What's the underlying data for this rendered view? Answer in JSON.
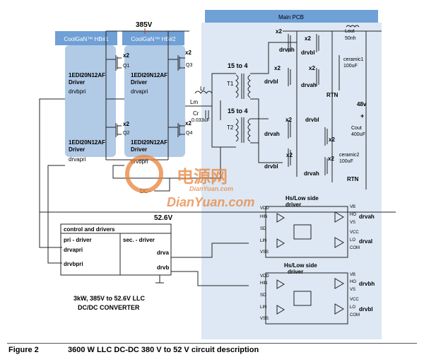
{
  "diagram": {
    "voltage_in": "385V",
    "voltage_out": "52.6V",
    "hb1_title": "CoolGaN™ HB#1",
    "hb2_title": "CoolGaN™ HB#2",
    "main_pcb_title": "Main PCB",
    "driver_chip": "1EDI20N12AF",
    "driver_word": "Driver",
    "x2": "x2",
    "q1": "Q1",
    "q2": "Q2",
    "q3": "Q3",
    "q4": "Q4",
    "drvbpri": "drvbpri",
    "drvapri": "drvapri",
    "lr": "Lr",
    "lm": "Lm",
    "cr": "Cr",
    "cr_val": "0.033uF",
    "ratio1": "15 to 4",
    "ratio2": "15 to 4",
    "t1": "T1",
    "t2": "T2",
    "dc_minus": "DC−",
    "lout": "Lout",
    "lout_val": "50nh",
    "ceramic1": "ceramic1",
    "ceramic1_val": "100uF",
    "ceramic2": "ceramic2",
    "ceramic2_val": "100uF",
    "rtn": "RTN",
    "v48": "48v",
    "plus": "+",
    "cout": "Cout",
    "cout_val": "400uF",
    "drvah": "drvah",
    "drvbl": "drvbl",
    "drvbh": "drvbh",
    "drval": "drval",
    "hs_ls_driver": "Hs/Low side",
    "driver_lower": "driver",
    "control_title": "control and drivers",
    "pri_driver": "pri - driver",
    "sec_driver": "sec. - driver",
    "drva": "drva",
    "drvb": "drvb",
    "converter_line1": "3kW, 385V to 52.6V LLC",
    "converter_line2": "DC/DC CONVERTER",
    "pins": {
      "vdd": "VDD",
      "hin": "HIN",
      "sd": "SD",
      "lin": "LIN",
      "vss": "VSS",
      "vb": "VB",
      "ho": "HO",
      "vs": "VS",
      "vcc": "VCC",
      "lo": "LO",
      "com": "COM"
    },
    "watermark_cn": "电源网",
    "watermark_small": "DianYuan.com",
    "watermark_big": "DianYuan.com"
  },
  "caption": {
    "figure": "Figure 2",
    "text": "3600 W LLC DC-DC 380 V to 52 V circuit description"
  },
  "colors": {
    "module_fill": "#a9c4e3",
    "pcb_fill": "#dde8f4",
    "header_fill": "#6fa0d6",
    "watermark": "#e8843a",
    "wire_red": "#c0392b"
  }
}
